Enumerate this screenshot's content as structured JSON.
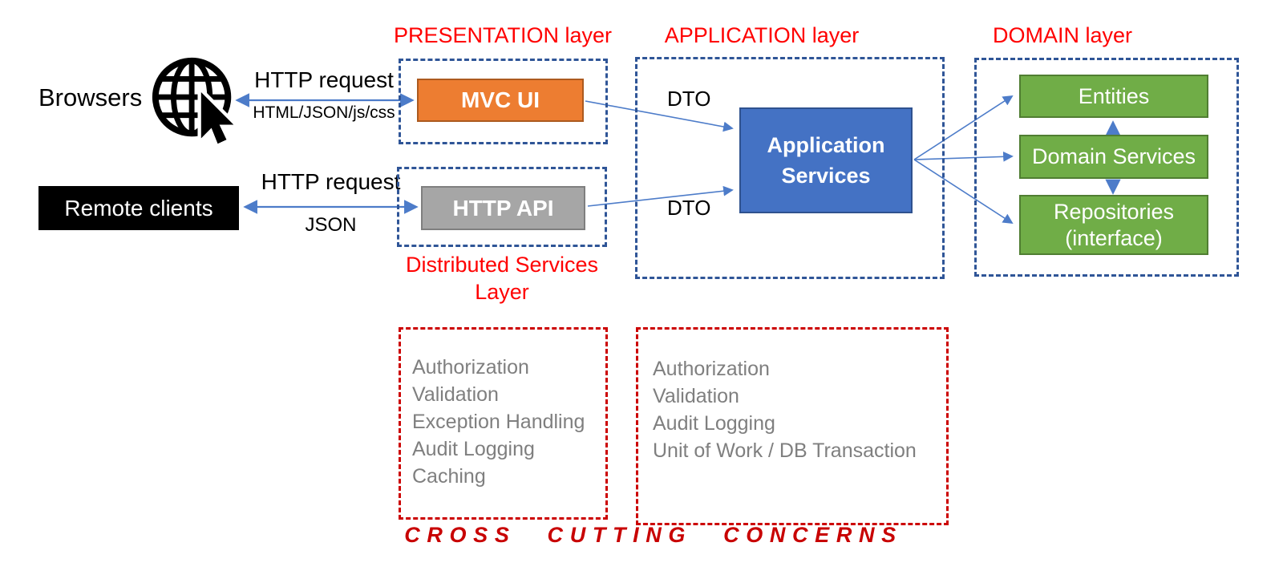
{
  "actors": {
    "browsers_label": "Browsers",
    "remote_clients_label": "Remote clients"
  },
  "connections": {
    "browsers": {
      "top_label": "HTTP request",
      "bottom_label": "HTML/JSON/js/css"
    },
    "remote": {
      "top_label": "HTTP request",
      "bottom_label": "JSON"
    },
    "dto_labels": [
      "DTO",
      "DTO"
    ]
  },
  "layers": {
    "presentation": {
      "title": "PRESENTATION layer",
      "box_label": "MVC UI"
    },
    "distributed": {
      "title": "Distributed Services\nLayer",
      "box_label": "HTTP API"
    },
    "application": {
      "title": "APPLICATION layer",
      "box_label": "Application\nServices"
    },
    "domain": {
      "title": "DOMAIN layer",
      "boxes": [
        "Entities",
        "Domain Services",
        "Repositories\n(interface)"
      ]
    }
  },
  "cross_cutting": {
    "left_box": {
      "items": [
        "Authorization",
        "Validation",
        "Exception Handling",
        "Audit Logging",
        "Caching"
      ]
    },
    "right_box": {
      "items": [
        "Authorization",
        "Validation",
        "Audit Logging",
        "Unit of Work / DB Transaction"
      ]
    },
    "footer": "CROSS CUTTING CONCERNS"
  },
  "icons": {
    "globe_cursor": "globe-with-cursor"
  },
  "colors": {
    "layer_title_red": "#FF0000",
    "cross_cutting_red": "#C80000",
    "dashed_blue": "#2F5597",
    "dashed_red": "#CC0000",
    "arrow_blue": "#4D7CC9",
    "mvc_orange_fill": "#ED7D31",
    "mvc_orange_border": "#AC5A1F",
    "api_gray_fill": "#A6A6A6",
    "api_gray_border": "#7F7F7F",
    "app_blue_fill": "#4472C4",
    "app_blue_border": "#2F528F",
    "domain_green_fill": "#70AD47",
    "domain_green_border": "#507E32",
    "muted_text_gray": "#7F7F7F"
  }
}
